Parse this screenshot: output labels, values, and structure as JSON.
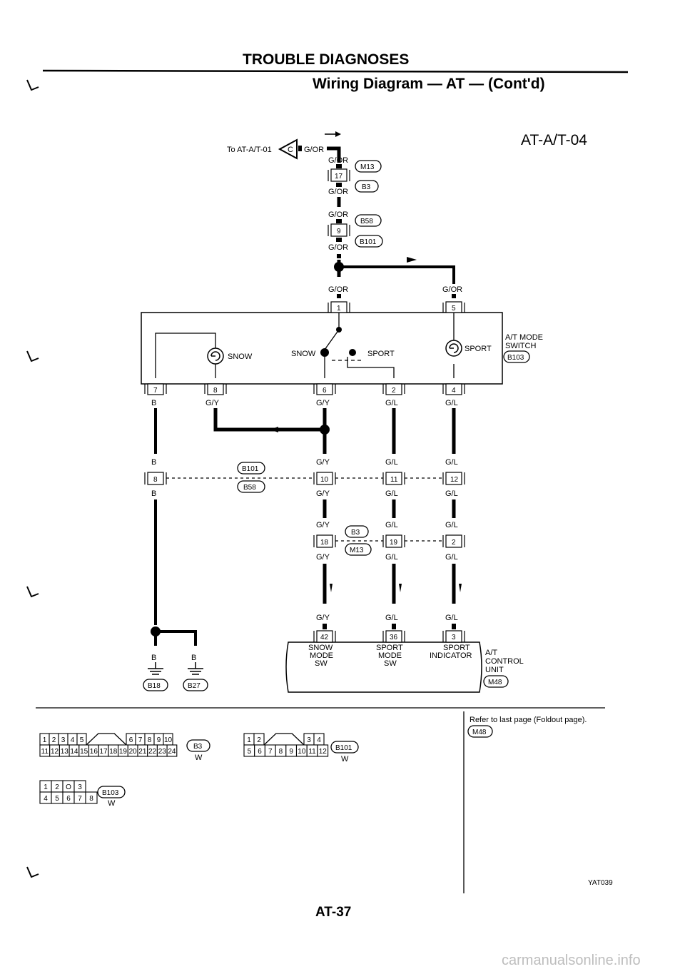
{
  "header": {
    "title": "TROUBLE DIAGNOSES",
    "subtitle": "Wiring Diagram — AT — (Cont'd)",
    "diagram_id": "AT-A/T-04"
  },
  "top_ref": {
    "text": "To AT-A/T-01",
    "conn": "C",
    "wire": "G/OR"
  },
  "wire_labels": {
    "gor": "G/OR",
    "gy": "G/Y",
    "gl": "G/L",
    "b": "B"
  },
  "pins": {
    "p17": "17",
    "p9": "9",
    "p1": "1",
    "p5": "5",
    "p7": "7",
    "p8": "8",
    "p6": "6",
    "p2": "2",
    "p4": "4",
    "p8b": "8",
    "p10": "10",
    "p11": "11",
    "p12": "12",
    "p18": "18",
    "p19": "19",
    "p2b": "2",
    "p42": "42",
    "p36": "36",
    "p3": "3"
  },
  "connectors": {
    "m13": "M13",
    "b3": "B3",
    "b58": "B58",
    "b101": "B101",
    "b103": "B103",
    "m48": "M48",
    "b18": "B18",
    "b27": "B27"
  },
  "switch": {
    "label_line1": "A/T MODE",
    "label_line2": "SWITCH",
    "snow": "SNOW",
    "sport": "SPORT"
  },
  "control_unit": {
    "label_line1": "A/T",
    "label_line2": "CONTROL",
    "label_line3": "UNIT",
    "snow_l1": "SNOW",
    "snow_l2": "MODE",
    "snow_l3": "SW",
    "sport_l1": "SPORT",
    "sport_l2": "MODE",
    "sport_l3": "SW",
    "ind_l1": "SPORT",
    "ind_l2": "INDICATOR"
  },
  "refer": {
    "text": "Refer to last page (Foldout page).",
    "conn": "M48"
  },
  "conn_faces": {
    "b3_row1": [
      "1",
      "2",
      "3",
      "4",
      "5",
      "6",
      "7",
      "8",
      "9",
      "10"
    ],
    "b3_row2": [
      "11",
      "12",
      "13",
      "14",
      "15",
      "16",
      "17",
      "18",
      "19",
      "20",
      "21",
      "22",
      "23",
      "24"
    ],
    "b101_row1": [
      "1",
      "2",
      "3",
      "4"
    ],
    "b101_row2": [
      "5",
      "6",
      "7",
      "8",
      "9",
      "10",
      "11",
      "12"
    ],
    "b103_row1": [
      "1",
      "2",
      "O",
      "3"
    ],
    "b103_row2": [
      "4",
      "5",
      "6",
      "7",
      "8"
    ],
    "color_w": "W"
  },
  "footer": {
    "page": "AT-37",
    "code": "YAT039",
    "watermark": "carmanualsonline.info"
  }
}
